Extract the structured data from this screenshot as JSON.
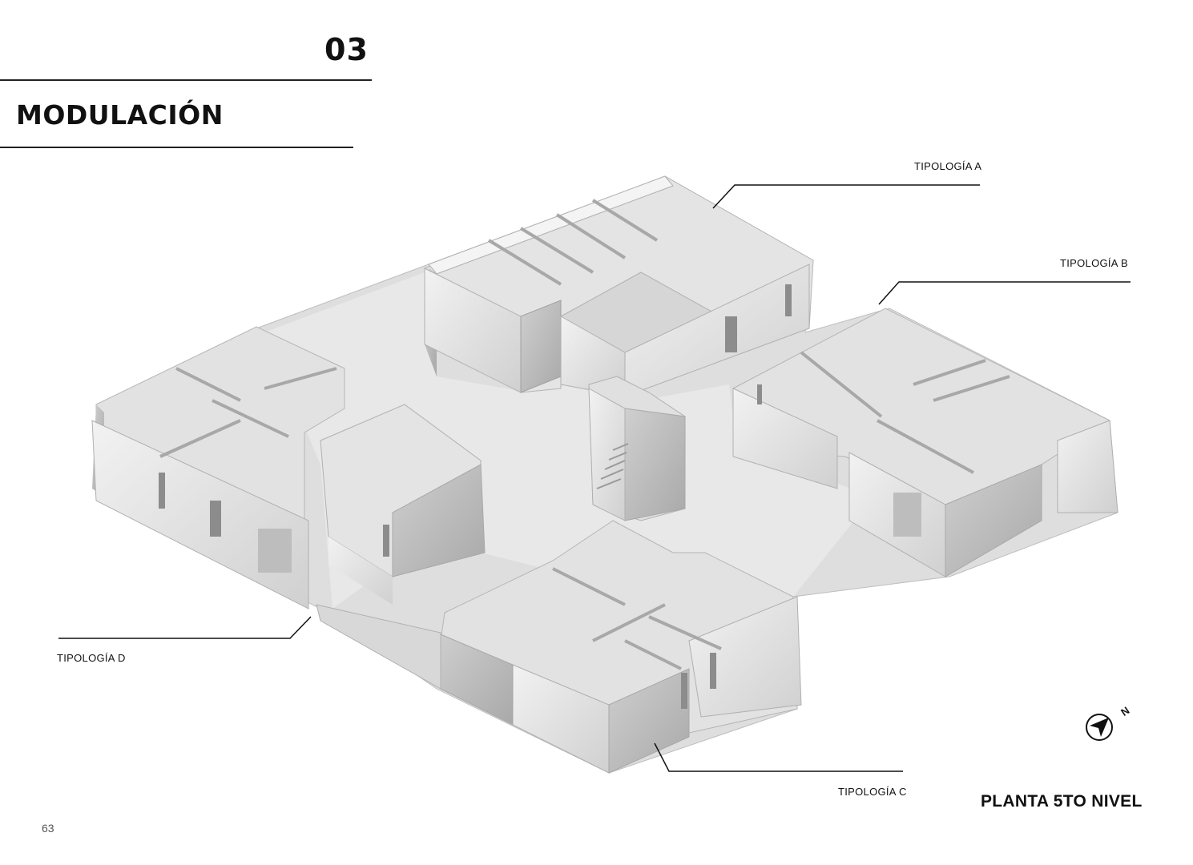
{
  "section": {
    "number": "03",
    "title": "MODULACIÓN"
  },
  "labels": {
    "tipologia_a": "TIPOLOGÍA A",
    "tipologia_b": "TIPOLOGÍA B",
    "tipologia_c": "TIPOLOGÍA C",
    "tipologia_d": "TIPOLOGÍA D"
  },
  "level_title": "PLANTA 5TO NIVEL",
  "north_letter": "N",
  "page_number": "63",
  "colors": {
    "wall_light": "#eeeeee",
    "wall_mid": "#cfcfcf",
    "wall_dark": "#a8a8a8",
    "floor": "#dcdcdc",
    "text": "#111111"
  }
}
